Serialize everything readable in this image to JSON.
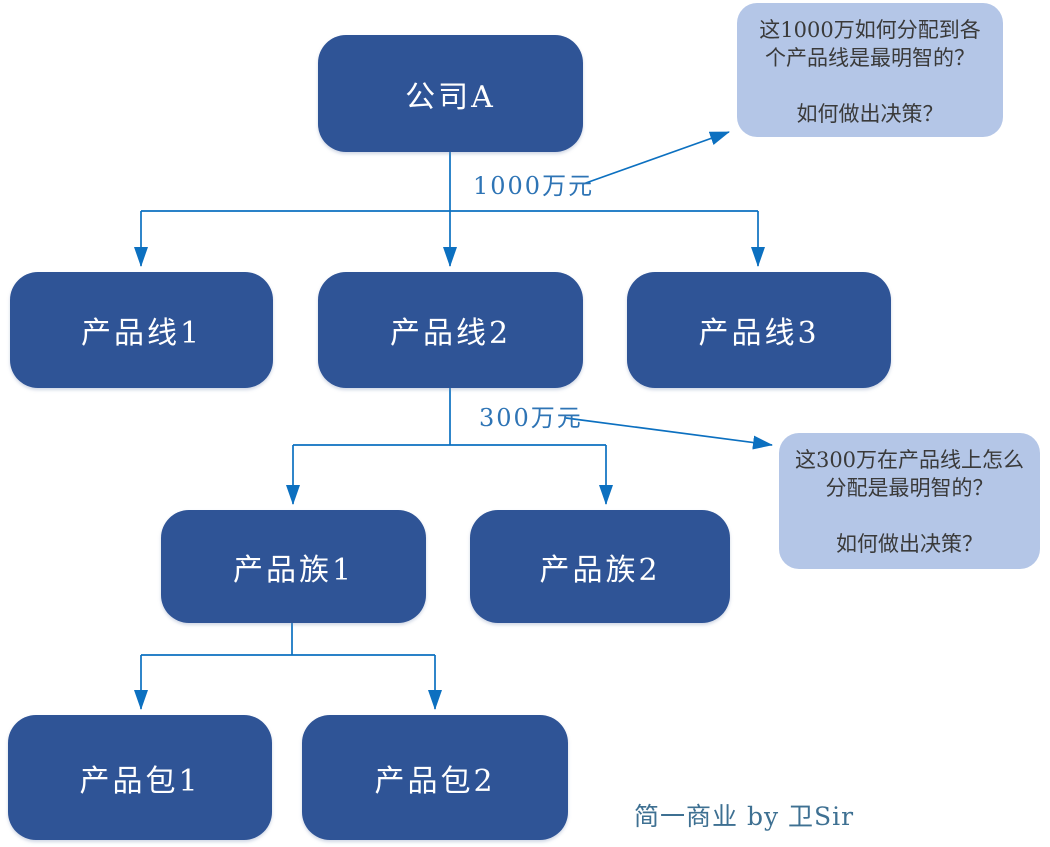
{
  "diagram": {
    "title_semantic": "budget allocation tree",
    "colors": {
      "node_fill": "#2f5496",
      "node_text": "#ffffff",
      "connector_blue": "#0c70c0",
      "edge_label_blue": "#2e74b5",
      "callout_fill": "#b4c6e7",
      "callout_text": "#3a3a3a",
      "signature_text": "#3e7092",
      "background": "#ffffff"
    },
    "nodes": [
      {
        "id": "company-a",
        "label": "公司A"
      },
      {
        "id": "product-line-1",
        "label": "产品线1"
      },
      {
        "id": "product-line-2",
        "label": "产品线2"
      },
      {
        "id": "product-line-3",
        "label": "产品线3"
      },
      {
        "id": "product-family-1",
        "label": "产品族1"
      },
      {
        "id": "product-family-2",
        "label": "产品族2"
      },
      {
        "id": "product-package-1",
        "label": "产品包1"
      },
      {
        "id": "product-package-2",
        "label": "产品包2"
      }
    ],
    "edges": [
      {
        "from": "company-a",
        "to": [
          "product-line-1",
          "product-line-2",
          "product-line-3"
        ],
        "label": "1000万元"
      },
      {
        "from": "product-line-2",
        "to": [
          "product-family-1",
          "product-family-2"
        ],
        "label": "300万元"
      },
      {
        "from": "product-family-1",
        "to": [
          "product-package-1",
          "product-package-2"
        ],
        "label": ""
      }
    ],
    "edge_labels": [
      {
        "text": "1000万元"
      },
      {
        "text": "300万元"
      }
    ],
    "callouts": [
      {
        "text": "这1000万如何分配到各\n个产品线是最明智的？\n\n如何做出决策？"
      },
      {
        "text": "这300万在产品线上怎么\n分配是最明智的？\n\n如何做出决策？"
      }
    ],
    "signature": "简一商业 by 卫Sir"
  }
}
